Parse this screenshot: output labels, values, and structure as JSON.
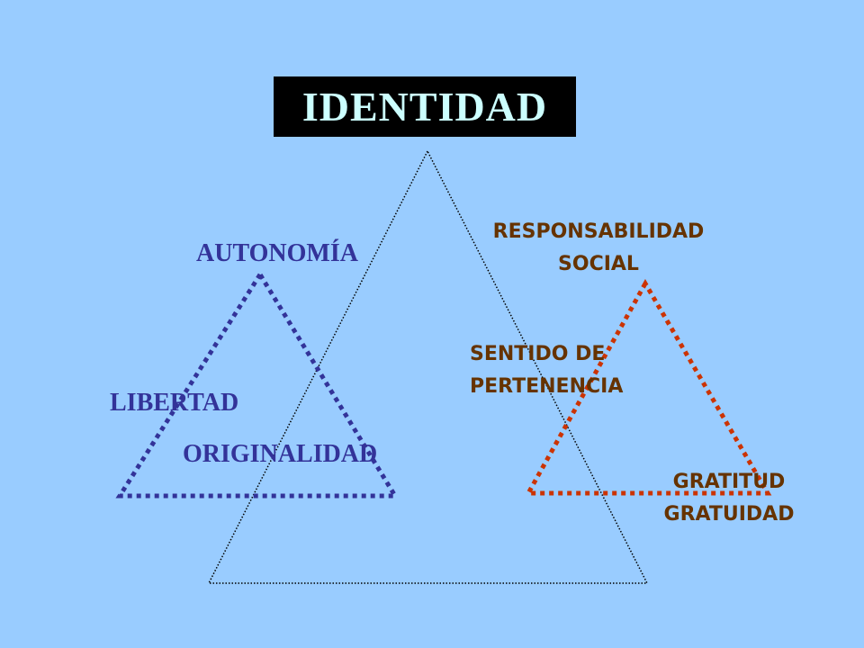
{
  "title": "IDENTIDAD",
  "colors": {
    "background": "#99ccff",
    "title_box": "#000000",
    "title_text": "#ccffff",
    "blue_text": "#333399",
    "blue_triangle": "#333399",
    "red_triangle": "#cc3300",
    "brown_text": "#663300",
    "main_triangle": "#000000"
  },
  "left_group": {
    "autonomia": "AUTONOMÍA",
    "libertad": "LIBERTAD",
    "originalidad": "ORIGINALIDAD"
  },
  "right_group": {
    "responsabilidad_line1": "RESPONSABILIDAD",
    "responsabilidad_line2": "SOCIAL",
    "sentido_line1": "SENTIDO DE",
    "sentido_line2": "PERTENENCIA",
    "gratitud": "GRATITUD",
    "gratuidad": "GRATUIDAD"
  }
}
